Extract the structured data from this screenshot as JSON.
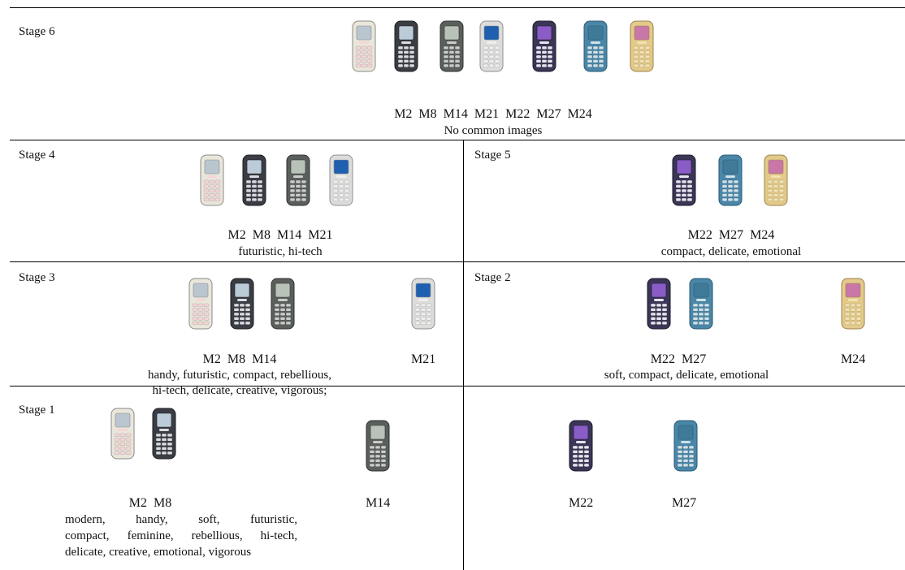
{
  "stage6": {
    "title": "Stage 6",
    "labels": "M2  M8  M14  M21  M22  M27  M24",
    "caption": "No common images"
  },
  "stage4": {
    "title": "Stage 4",
    "labels": "M2  M8  M14  M21",
    "caption": "futuristic, hi-tech"
  },
  "stage5": {
    "title": "Stage 5",
    "labels": "M22  M27  M24",
    "caption": "compact, delicate, emotional"
  },
  "stage3": {
    "title": "Stage 3",
    "labels": "M2  M8  M14",
    "label_single": "M21",
    "caption_lines": [
      "handy, futuristic, compact, rebellious,",
      "hi-tech, delicate, creative, vigorous;"
    ]
  },
  "stage2": {
    "title": "Stage 2",
    "labels": "M22  M27",
    "label_single": "M24",
    "caption": "soft, compact, delicate, emotional"
  },
  "stage1": {
    "title": "Stage 1",
    "labels": "M2  M8",
    "label_single": "M14",
    "caption_lines": [
      "modern, handy, soft, futuristic,",
      "compact, feminine, rebellious, hi-tech,",
      "delicate, creative, emotional, vigorous"
    ]
  },
  "stage1_right": {
    "label_a": "M22",
    "label_b": "M27"
  },
  "phones": {
    "M2": {
      "body": "#e9e6dc",
      "screen": "#b9c6cf",
      "keys": "#f4d6d6",
      "edge": "#8a8a86"
    },
    "M8": {
      "body": "#3a3d44",
      "screen": "#bccbd8",
      "keys": "#d9dbe0",
      "edge": "#1c1d21"
    },
    "M14": {
      "body": "#5b5f5c",
      "screen": "#b9c2b8",
      "keys": "#c9ccca",
      "edge": "#2e302f"
    },
    "M21": {
      "body": "#dcdddb",
      "screen": "#1f5fb0",
      "keys": "#eeeeee",
      "edge": "#8d8f8f"
    },
    "M22": {
      "body": "#3b3556",
      "screen": "#8a5cc6",
      "keys": "#e7e3ee",
      "edge": "#1d1a2c"
    },
    "M27": {
      "body": "#4a86a8",
      "screen": "#3f7b99",
      "keys": "#cfe0e6",
      "edge": "#2a5a73"
    },
    "M24": {
      "body": "#e3c98a",
      "screen": "#c977a8",
      "keys": "#f1e2b4",
      "edge": "#9c8448"
    }
  }
}
